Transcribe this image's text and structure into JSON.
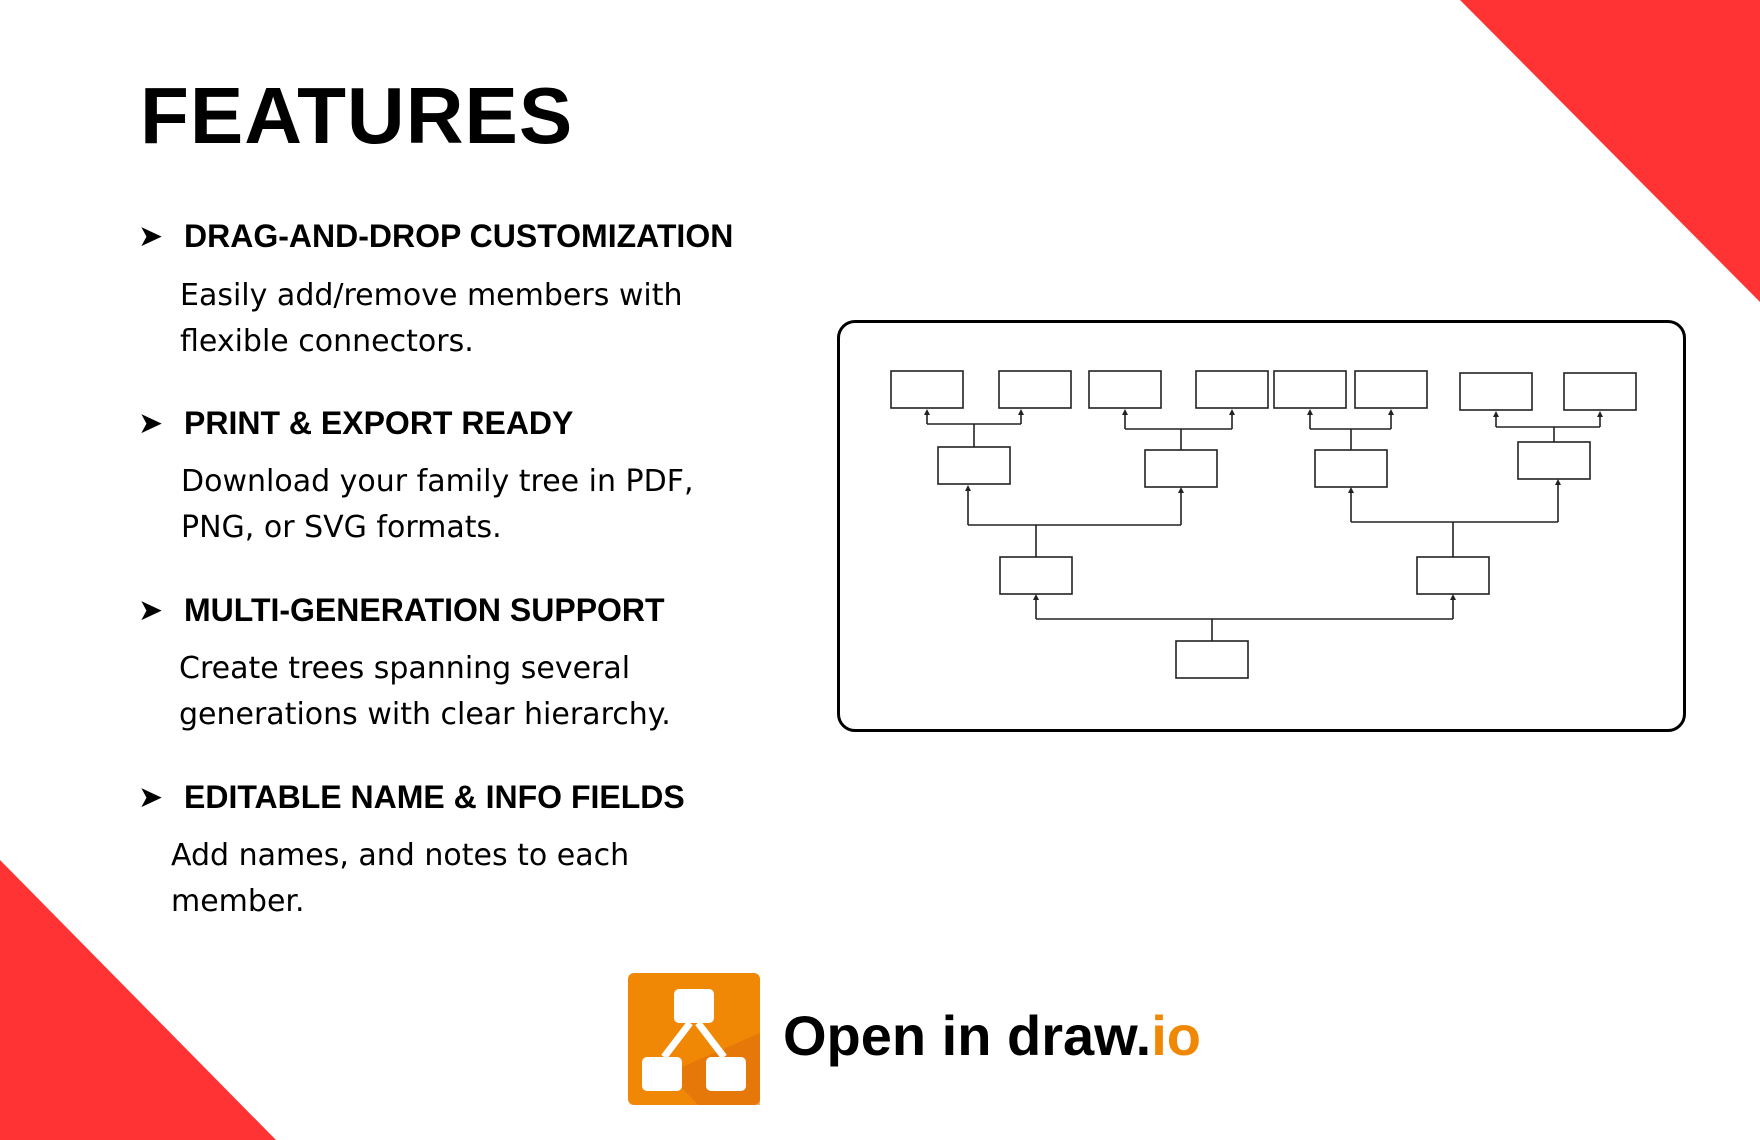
{
  "page": {
    "title": "FEATURES",
    "accent_color": "#ff3333"
  },
  "features": [
    {
      "icon": "arrow-bullet-icon",
      "bullet": "➤",
      "title": "DRAG-AND-DROP CUSTOMIZATION",
      "desc_line1": "Easily add/remove members with",
      "desc_line2": "flexible connectors."
    },
    {
      "icon": "arrow-bullet-icon",
      "bullet": "➤",
      "title": "PRINT & EXPORT READY",
      "desc_line1": "Download your family tree in PDF,",
      "desc_line2": "PNG, or SVG formats."
    },
    {
      "icon": "arrow-bullet-icon",
      "bullet": "➤",
      "title": "MULTI-GENERATION SUPPORT",
      "desc_line1": "Create trees spanning several",
      "desc_line2": "generations with clear hierarchy."
    },
    {
      "icon": "arrow-bullet-icon",
      "bullet": "➤",
      "title": "EDITABLE NAME & INFO FIELDS",
      "desc_line1": "Add names, and notes to each",
      "desc_line2": "member."
    }
  ],
  "diagram": {
    "description_icon": "family-tree-diagram",
    "generations": 4
  },
  "cta": {
    "icon": "drawio-logo-icon",
    "brand_color": "#f08705",
    "text_main": "Open in draw.",
    "text_accent": "io"
  }
}
